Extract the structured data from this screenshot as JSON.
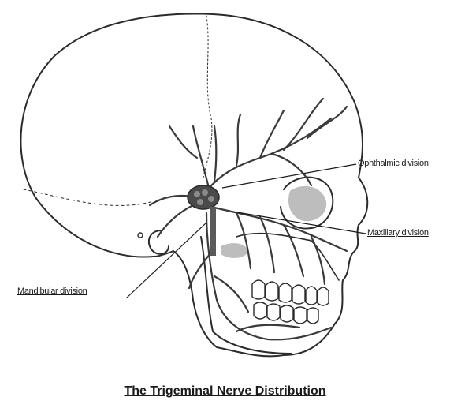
{
  "labels": {
    "ophthalmic": "Ophthalmic division",
    "maxillary": "Maxillary division",
    "mandibular": "Mandibular division"
  },
  "caption": "The Trigeminal Nerve Distribution",
  "colors": {
    "line": "#2b2b2b",
    "nerve": "#3a3a3a",
    "shade": "#bdbdbd"
  }
}
